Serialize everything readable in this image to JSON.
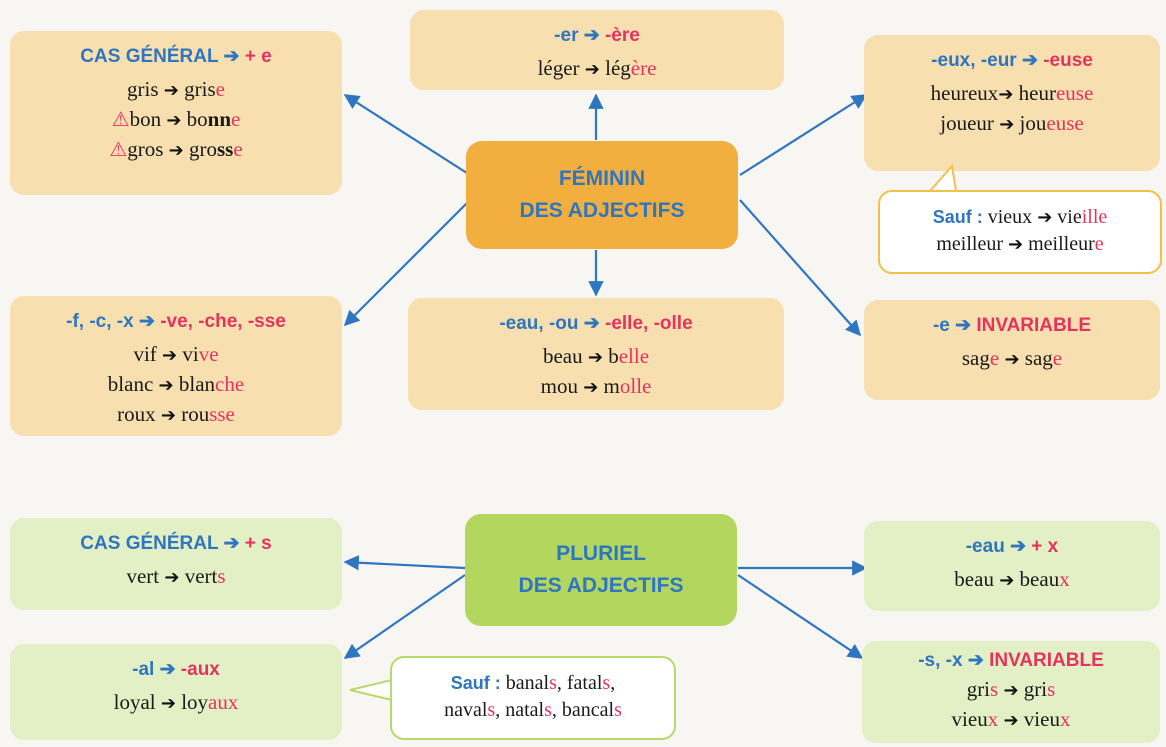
{
  "feminin": {
    "title_line1": "FÉMININ",
    "title_line2": "DES ADJECTIFS",
    "cas_general": {
      "h1": "CAS GÉNÉRAL",
      "h2": "+ e",
      "rows": [
        {
          "a": "gris",
          "b1": "gris",
          "b2": "e"
        },
        {
          "a": "bon",
          "b1": "bo",
          "b2": "nn",
          "b3": "e"
        },
        {
          "a": "gros",
          "b1": "gro",
          "b2": "ss",
          "b3": "e"
        }
      ]
    },
    "er": {
      "h1": "-er",
      "h2": "-ère",
      "rows": [
        {
          "a": "léger",
          "b1": "lég",
          "b2": "ère"
        }
      ]
    },
    "eux": {
      "h1": "-eux, -eur",
      "h2": "-euse",
      "rows": [
        {
          "a": "heureux",
          "b1": "heur",
          "b2": "euse"
        },
        {
          "a": "joueur",
          "b1": "jou",
          "b2": "euse"
        }
      ]
    },
    "eux_sauf": {
      "label": "Sauf :",
      "r1a": "vieux",
      "r1b1": "vie",
      "r1b2": "ille",
      "r2a": "meilleur",
      "r2b1": "meilleur",
      "r2b2": "e"
    },
    "fcx": {
      "h1": "-f, -c, -x",
      "h2": "-ve, -che, -sse",
      "rows": [
        {
          "a": "vif",
          "b1": "vi",
          "b2": "ve"
        },
        {
          "a": "blanc",
          "b1": "blan",
          "b2": "che"
        },
        {
          "a": "roux",
          "b1": "rou",
          "b2": "sse"
        }
      ]
    },
    "eau": {
      "h1": "-eau, -ou",
      "h2": "-elle, -olle",
      "rows": [
        {
          "a": "beau",
          "b1": "b",
          "b2": "elle"
        },
        {
          "a": "mou",
          "b1": "m",
          "b2": "olle"
        }
      ]
    },
    "e": {
      "h1": "-e",
      "h2": "INVARIABLE",
      "rows": [
        {
          "a": "sage",
          "a_red": "e",
          "a_base": "sag",
          "b1": "sag",
          "b2": "e"
        }
      ]
    }
  },
  "pluriel": {
    "title_line1": "PLURIEL",
    "title_line2": "DES ADJECTIFS",
    "cas_general": {
      "h1": "CAS GÉNÉRAL",
      "h2": "+ s",
      "rows": [
        {
          "a": "vert",
          "b1": "vert",
          "b2": "s"
        }
      ]
    },
    "al": {
      "h1": "-al",
      "h2": "-aux",
      "rows": [
        {
          "a": "loyal",
          "b1": "loy",
          "b2": "aux"
        }
      ]
    },
    "al_sauf": {
      "label": "Sauf :",
      "w1": "banal",
      "w2": "fatal",
      "w3": "naval",
      "w4": "natal",
      "w5": "bancal",
      "s": "s",
      "comma": ","
    },
    "eau": {
      "h1": "-eau",
      "h2": "+ x",
      "rows": [
        {
          "a": "beau",
          "b1": "beau",
          "b2": "x"
        }
      ]
    },
    "sx": {
      "h1": "-s, -x",
      "h2": "INVARIABLE",
      "rows": [
        {
          "a_base": "gri",
          "a_red": "s",
          "b1": "gri",
          "b2": "s"
        },
        {
          "a_base": "vieu",
          "a_red": "x",
          "b1": "vieu",
          "b2": "x"
        }
      ]
    }
  },
  "symbols": {
    "arrow": "➔",
    "warning": "⚠"
  },
  "colors": {
    "blue": "#2e76c0",
    "red": "#e5335f",
    "fem_box": "#f7dfb0",
    "fem_center": "#f2ae3e",
    "plu_box": "#e3efc4",
    "plu_center": "#b3d65e"
  }
}
